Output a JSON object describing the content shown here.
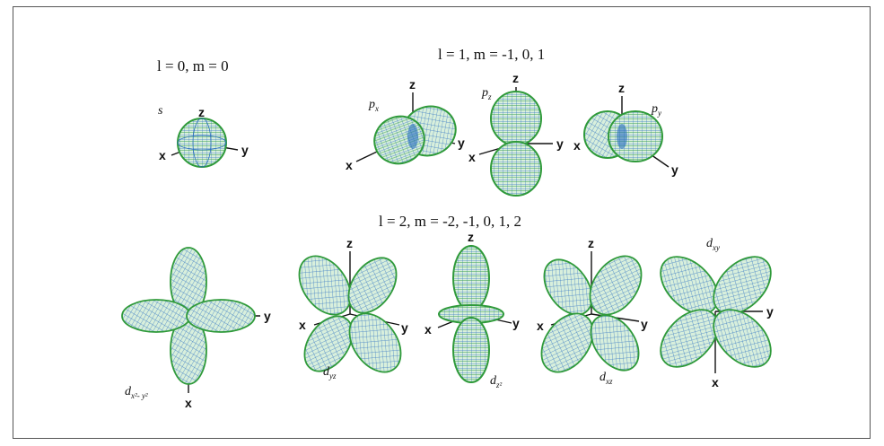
{
  "colors": {
    "outline": "#2f9a3a",
    "mesh_blue": "#2a6fbf",
    "mesh_green": "#39a845",
    "fill": "#bfe3c6"
  },
  "headings": {
    "l0": "l = 0, m = 0",
    "l1": "l = 1, m = -1, 0, 1",
    "l2": "l = 2, m = -2, -1, 0, 1, 2"
  },
  "orbitals": {
    "s": {
      "name": "s",
      "axes": {
        "z": "z",
        "x": "x",
        "y": "y"
      }
    },
    "px": {
      "name": "p",
      "sub": "x",
      "axes": {
        "z": "z",
        "x": "x",
        "y": "y"
      }
    },
    "pz": {
      "name": "p",
      "sub": "z",
      "axes": {
        "z": "z",
        "x": "x",
        "y": "y"
      }
    },
    "py": {
      "name": "p",
      "sub": "y",
      "axes": {
        "z": "z",
        "x": "x",
        "y": "y"
      }
    },
    "dx2y2": {
      "name": "d",
      "sub": "x²- y²",
      "axes": {
        "x": "x",
        "y": "y"
      }
    },
    "dyz": {
      "name": "d",
      "sub": "yz",
      "axes": {
        "z": "z",
        "x": "x",
        "y": "y"
      }
    },
    "dz2": {
      "name": "d",
      "sub": "z²",
      "axes": {
        "z": "z",
        "x": "x",
        "y": "y"
      }
    },
    "dxz": {
      "name": "d",
      "sub": "xz",
      "axes": {
        "z": "z",
        "x": "x",
        "y": "y"
      }
    },
    "dxy": {
      "name": "d",
      "sub": "xy",
      "axes": {
        "x": "x",
        "y": "y"
      }
    }
  }
}
